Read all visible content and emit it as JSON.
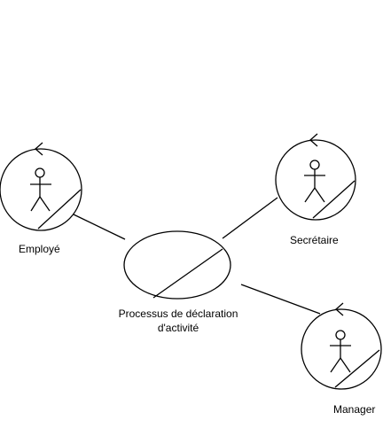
{
  "diagram": {
    "actors": [
      {
        "label": "Employé"
      },
      {
        "label": "Secrétaire"
      },
      {
        "label": "Manager"
      }
    ],
    "process": {
      "label_line1": "Processus de déclaration",
      "label_line2": "d'activité"
    },
    "colors": {
      "stroke": "#000000",
      "fill": "#ffffff"
    }
  }
}
